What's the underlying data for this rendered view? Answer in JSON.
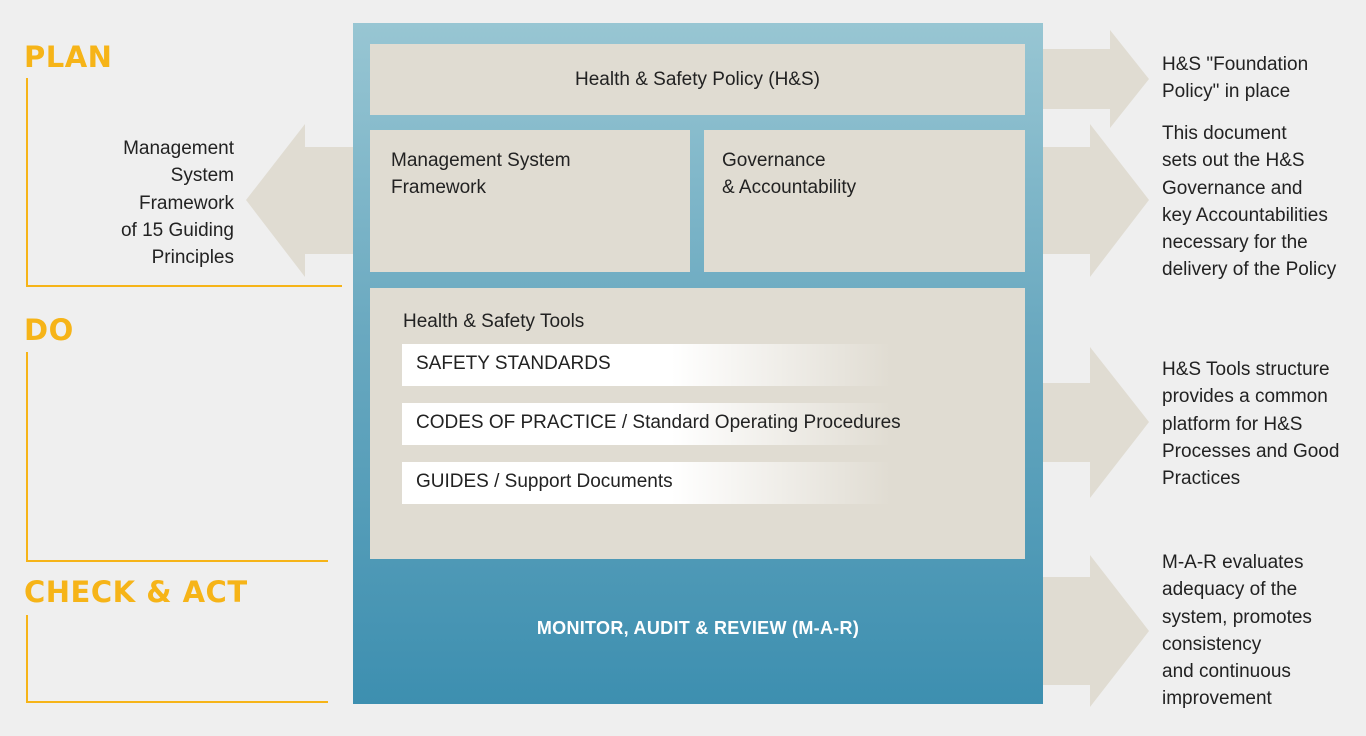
{
  "phases": {
    "plan": "PLAN",
    "do": "DO",
    "check_act": "CHECK & ACT"
  },
  "panels": {
    "policy": "Health & Safety Policy (H&S)",
    "management_system": [
      "Management System",
      "Framework"
    ],
    "governance": [
      "Governance",
      "& Accountability"
    ],
    "tools_title": "Health & Safety Tools",
    "tools": [
      "SAFETY STANDARDS",
      "CODES OF PRACTICE / Standard Operating Procedures",
      "GUIDES / Support Documents"
    ],
    "mar": "MONITOR, AUDIT & REVIEW (M-A-R)"
  },
  "left_note": [
    "Management",
    "System",
    "Framework",
    "of 15 Guiding",
    "Principles"
  ],
  "right_notes": {
    "foundation": [
      "H&S \"Foundation",
      "Policy\" in place"
    ],
    "governance": [
      "This document",
      "sets out the H&S",
      "Governance and",
      "key Accountabilities",
      "necessary for the",
      "delivery of the Policy"
    ],
    "tools": [
      "H&S Tools structure",
      "provides a common",
      "platform for H&S",
      "Processes and Good",
      "Practices"
    ],
    "mar": [
      "M-A-R evaluates",
      "adequacy of the",
      "system, promotes",
      "consistency",
      "and continuous",
      "improvement"
    ]
  },
  "colors": {
    "phase_accent": "#f6b418",
    "panel_fill": "#e0dcd2",
    "frame_top": "#98c6d3",
    "frame_bottom": "#3d8fb0",
    "arrow_fill": "#e0dcd2"
  }
}
